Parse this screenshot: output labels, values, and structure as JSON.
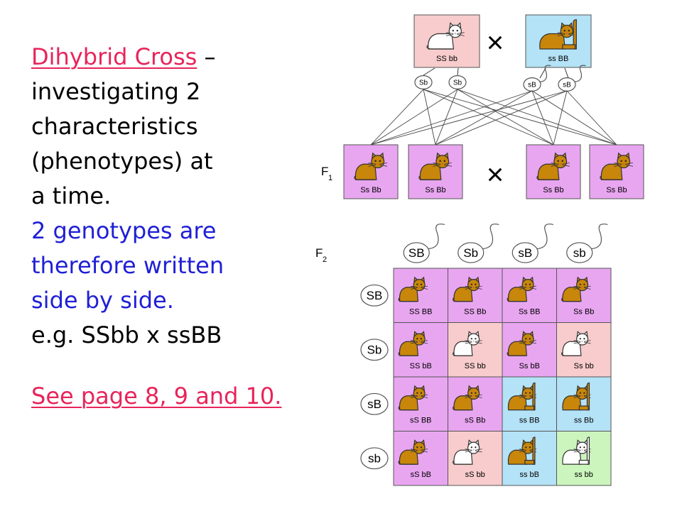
{
  "text": {
    "line1_link": "Dihybrid Cross",
    "line1_rest": " –",
    "line2": "investigating 2",
    "line3": "characteristics",
    "line4": "(phenotypes) at",
    "line5": "a time.",
    "line6": "2 genotypes are",
    "line7": "therefore written",
    "line8": "side by side.",
    "line9": "e.g. SSbb x ssBB",
    "line10": "See page 8, 9 and 10."
  },
  "colors": {
    "pink_text": "#e8245a",
    "blue_text": "#1f1fd6",
    "cell_purple": "#e8a6f0",
    "cell_pink": "#f8cccc",
    "cell_blue": "#b4e2f6",
    "cell_green": "#ccf5bd",
    "cat_brown": "#c8860a",
    "cat_white": "#ffffff"
  },
  "diagram": {
    "parents": [
      {
        "label": "SS bb",
        "cat": "white",
        "bg": "pink"
      },
      {
        "label": "ss BB",
        "cat": "brown-long-tail",
        "bg": "blue"
      }
    ],
    "cross_symbol": "×",
    "parent_gametes": [
      "Sb",
      "Sb",
      "sB",
      "sB"
    ],
    "f1_label": "F",
    "f1_sub": "1",
    "f1_offspring": [
      {
        "label": "Ss Bb"
      },
      {
        "label": "Ss Bb"
      },
      {
        "label": "Ss Bb"
      },
      {
        "label": "Ss Bb"
      }
    ],
    "f2_label": "F",
    "f2_sub": "2",
    "f2_col_gametes": [
      "SB",
      "Sb",
      "sB",
      "sb"
    ],
    "f2_row_gametes": [
      "SB",
      "Sb",
      "sB",
      "sb"
    ],
    "punnett": [
      [
        {
          "label": "SS BB",
          "bg": "purple",
          "cat": "brown"
        },
        {
          "label": "SS Bb",
          "bg": "purple",
          "cat": "brown"
        },
        {
          "label": "Ss BB",
          "bg": "purple",
          "cat": "brown"
        },
        {
          "label": "Ss Bb",
          "bg": "purple",
          "cat": "brown"
        }
      ],
      [
        {
          "label": "SS bB",
          "bg": "purple",
          "cat": "brown"
        },
        {
          "label": "SS bb",
          "bg": "pink",
          "cat": "white"
        },
        {
          "label": "Ss bB",
          "bg": "purple",
          "cat": "brown"
        },
        {
          "label": "Ss bb",
          "bg": "pink",
          "cat": "white"
        }
      ],
      [
        {
          "label": "sS BB",
          "bg": "purple",
          "cat": "brown"
        },
        {
          "label": "sS Bb",
          "bg": "purple",
          "cat": "brown"
        },
        {
          "label": "ss BB",
          "bg": "blue",
          "cat": "brown-long-tail"
        },
        {
          "label": "ss Bb",
          "bg": "blue",
          "cat": "brown-long-tail"
        }
      ],
      [
        {
          "label": "sS bB",
          "bg": "purple",
          "cat": "brown"
        },
        {
          "label": "sS bb",
          "bg": "pink",
          "cat": "white"
        },
        {
          "label": "ss bB",
          "bg": "blue",
          "cat": "brown-long-tail"
        },
        {
          "label": "ss bb",
          "bg": "green",
          "cat": "white-long-tail"
        }
      ]
    ]
  }
}
